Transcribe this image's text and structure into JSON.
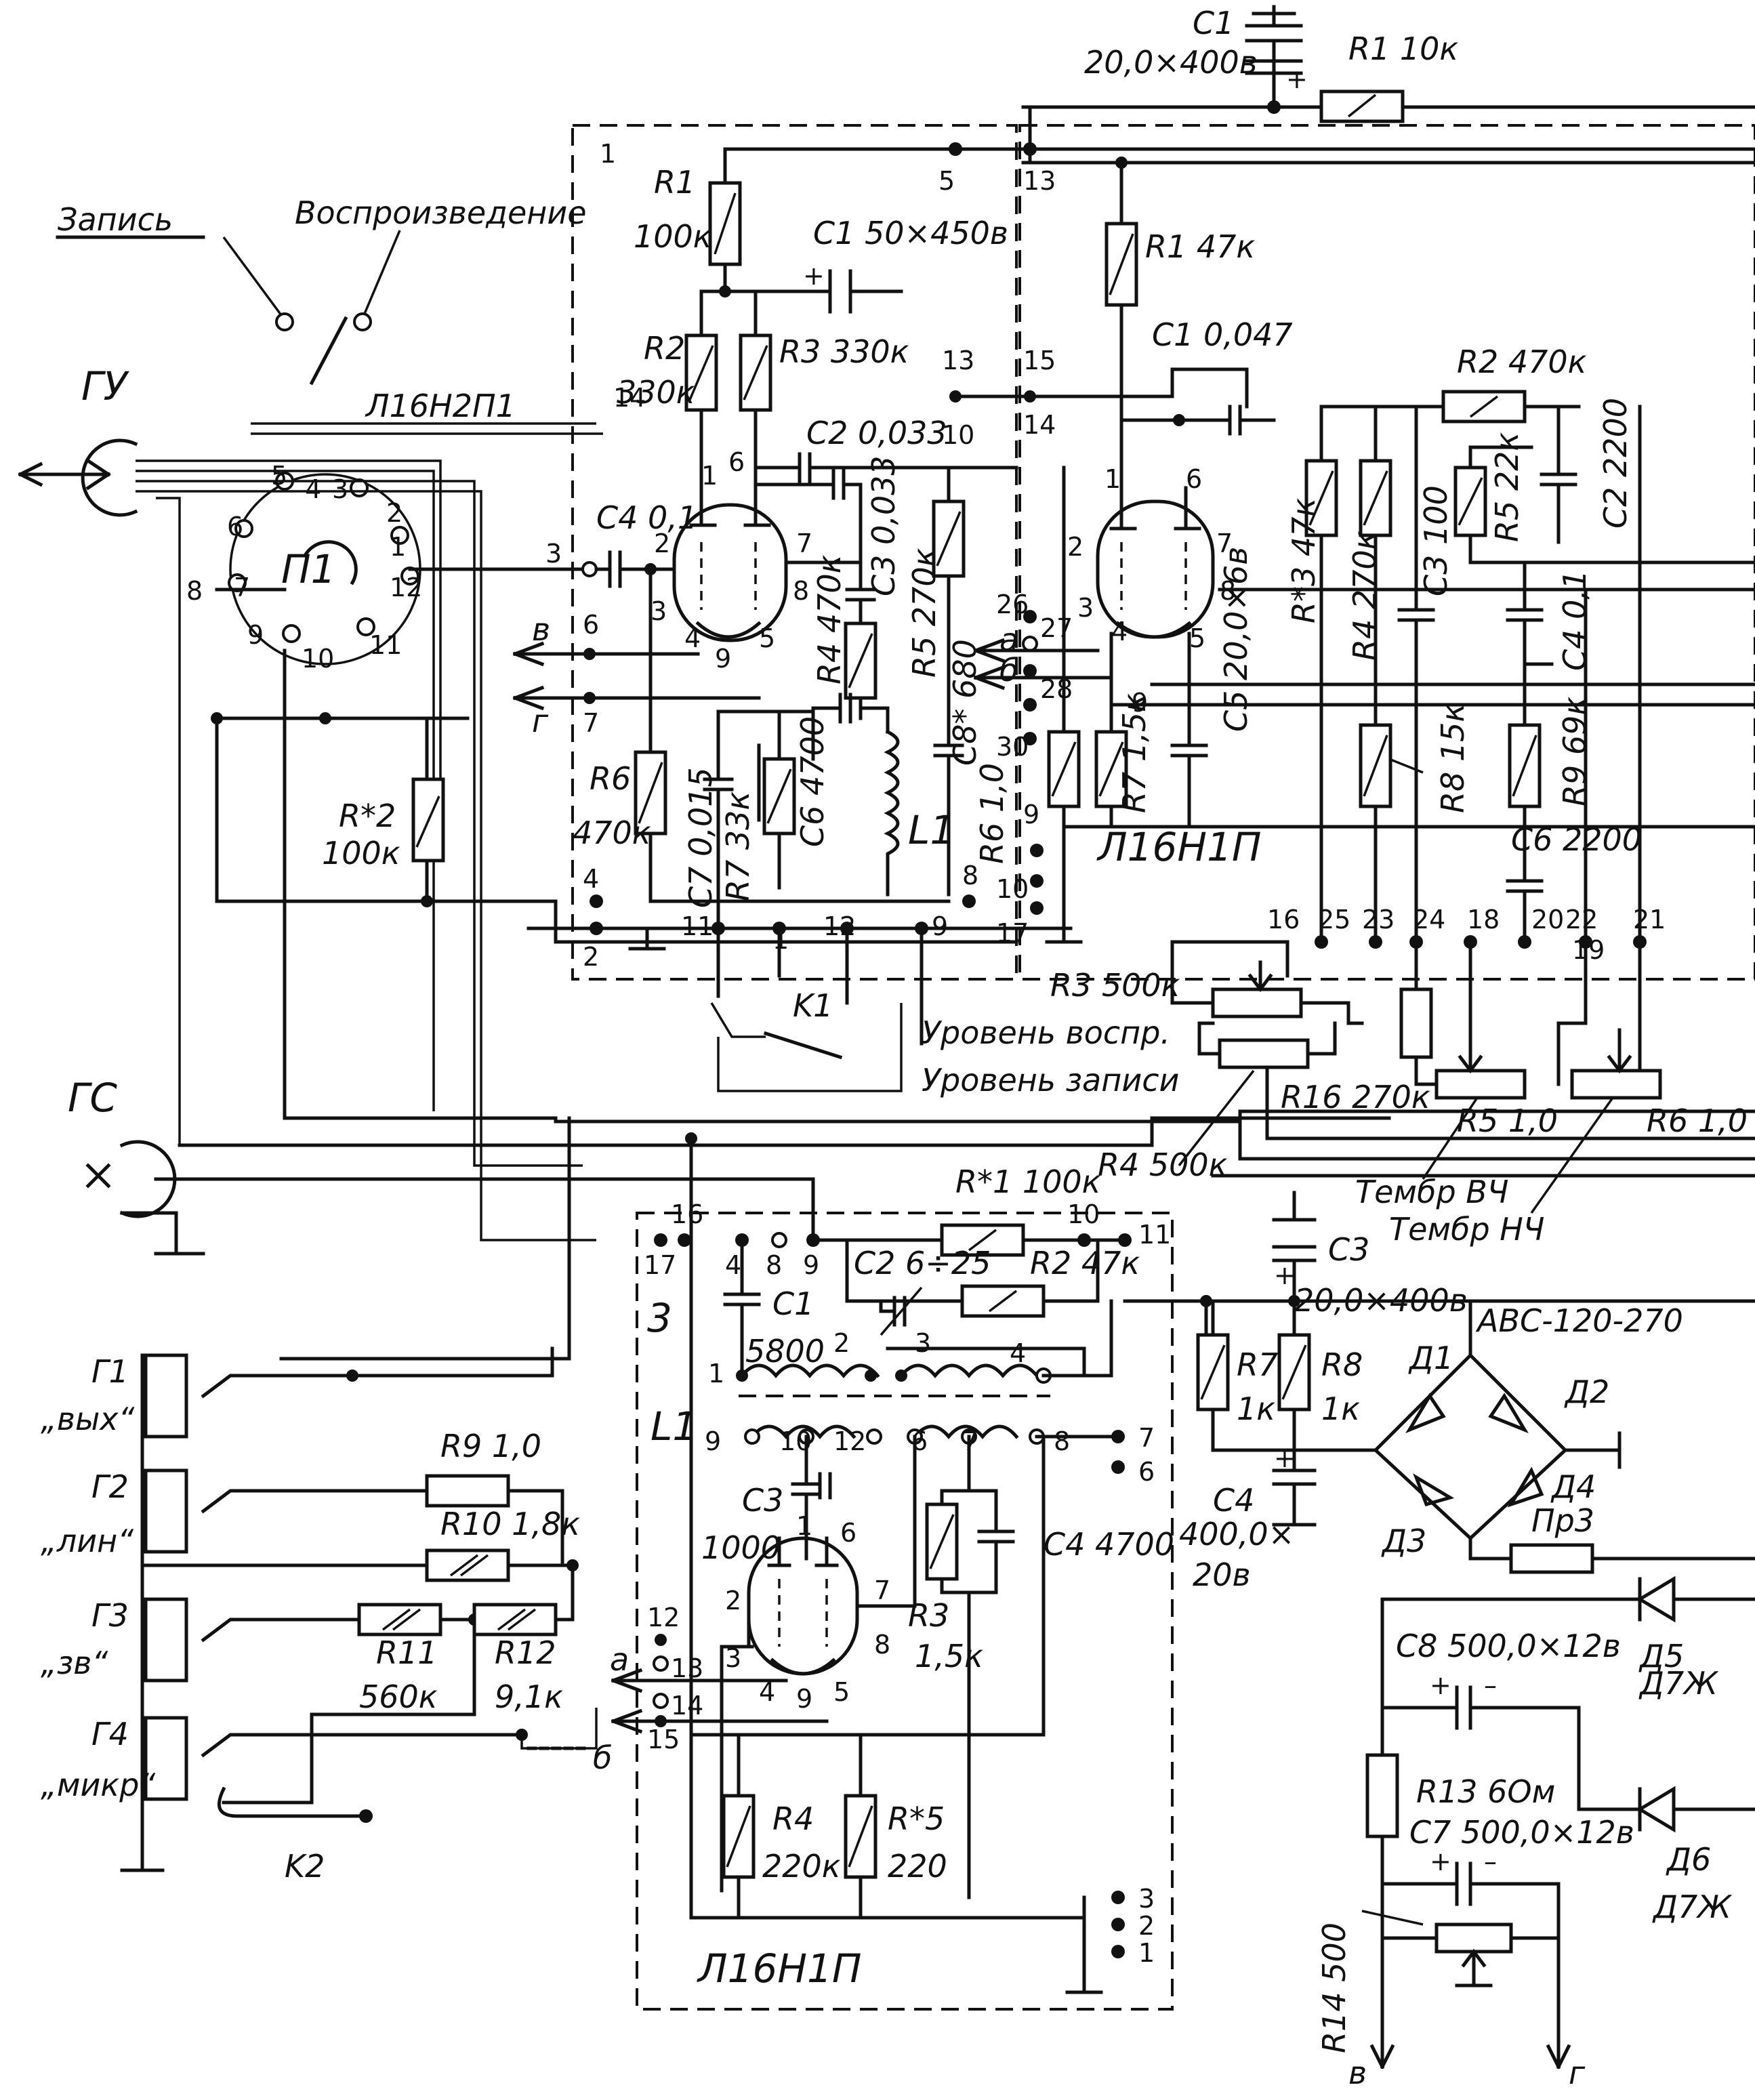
{
  "labels": {
    "gu": "ГУ",
    "gs": "ГС",
    "zapis": "Запись",
    "vosproizvedenie": "Воспроизведение",
    "p1": "П1",
    "l1_6n2p": "Л16Н2П1",
    "r2_star": "R*2",
    "r2_star_val": "100к",
    "top_c1": "C1",
    "top_c1_val": "20,0×400в",
    "top_r1": "R1 10к",
    "a1_r1": "R1",
    "a1_r1_val": "100к",
    "a1_c1": "C1 50×450в",
    "a1_r2": "R2",
    "a1_r2_val": "330к",
    "a1_r3": "R3 330к",
    "a1_c2": "C2 0,033",
    "a1_c4": "C4 0,1",
    "a1_c3": "C3 0,033",
    "a1_r4": "R4 470к",
    "a1_r5": "R5 270к",
    "a1_c8": "C8* 680",
    "a1_r6": "R6",
    "a1_r6_val": "470к",
    "a1_c7": "C7 0,015",
    "a1_r7": "R7 33к",
    "a1_c6": "C6 4700",
    "a1_l1": "L1",
    "k1": "K1",
    "a2_r1": "R1 47к",
    "a2_c1": "C1 0,047",
    "a2_r2": "R2 470к",
    "a2_r3": "R*3 47к",
    "a2_r4": "R4 270к",
    "a2_c3": "C3 100",
    "a2_r5": "R5 22к",
    "a2_c2": "C2 2200",
    "a2_c4": "C4 0,1",
    "a2_c5": "C5 20,0×6в",
    "a2_r6": "R6 1,0",
    "a2_r7": "R7 1,5к",
    "a2_r8": "R8 15к",
    "a2_r9": "R9 69к",
    "a2_c6": "C6 2200",
    "a2_tube": "Л16Н1П",
    "r3": "R3 500к",
    "r16": "R16 270к",
    "r4": "R4 500к",
    "r5": "R5 1,0",
    "r6": "R6 1,0",
    "uroven_vospr": "Уровень воспр.",
    "uroven_zapisi": "Уровень записи",
    "timbre_hf": "Тембр ВЧ",
    "timbre_lf": "Тембр НЧ",
    "a3_r1": "R*1 100к",
    "a3_r2": "R2 47к",
    "a3_c2": "C2 6÷25",
    "a3_c1": "C1",
    "a3_c1_val": "5800",
    "a3_l1": "L1",
    "a3_c3": "C3",
    "a3_c3_val": "1000",
    "a3_c4": "C4 4700",
    "a3_r3": "R3",
    "a3_r3_val": "1,5к",
    "a3_r4": "R4",
    "a3_r4_val": "220к",
    "a3_r5": "R*5",
    "a3_r5_val": "220",
    "a3_tube": "Л16Н1П",
    "a3_num": "3",
    "ps_c3": "C3",
    "ps_c3_val": "20,0×400в",
    "ps_r7": "R7",
    "ps_r7_val": "1к",
    "ps_r8": "R8",
    "ps_r8_val": "1к",
    "ps_c4": "C4",
    "ps_c4_val": "400,0×",
    "ps_c4_val2": "20в",
    "abs": "АВС-120-270",
    "d1": "Д1",
    "d2": "Д2",
    "d3": "Д3",
    "d4": "Д4",
    "pr3": "Пр3",
    "d5": "Д5",
    "d5_type": "Д7Ж",
    "d6": "Д6",
    "d6_type": "Д7Ж",
    "c8": "C8 500,0×12в",
    "r13": "R13 6Ом",
    "c7": "C7 500,0×12в",
    "r14": "R14 500",
    "out_v": "в",
    "out_g": "г",
    "g1": "Г1",
    "g1_name": "„вых“",
    "g2": "Г2",
    "g2_name": "„лин“",
    "g3": "Г3",
    "g3_name": "„зв“",
    "g4": "Г4",
    "g4_name": "„микр“",
    "r9": "R9 1,0",
    "r10": "R10 1,8к",
    "r11": "R11",
    "r11_val": "560к",
    "r12": "R12",
    "r12_val": "9,1к",
    "k2": "K2",
    "in_a": "а",
    "in_b": "б",
    "sw_v": "в",
    "sw_g": "г"
  }
}
